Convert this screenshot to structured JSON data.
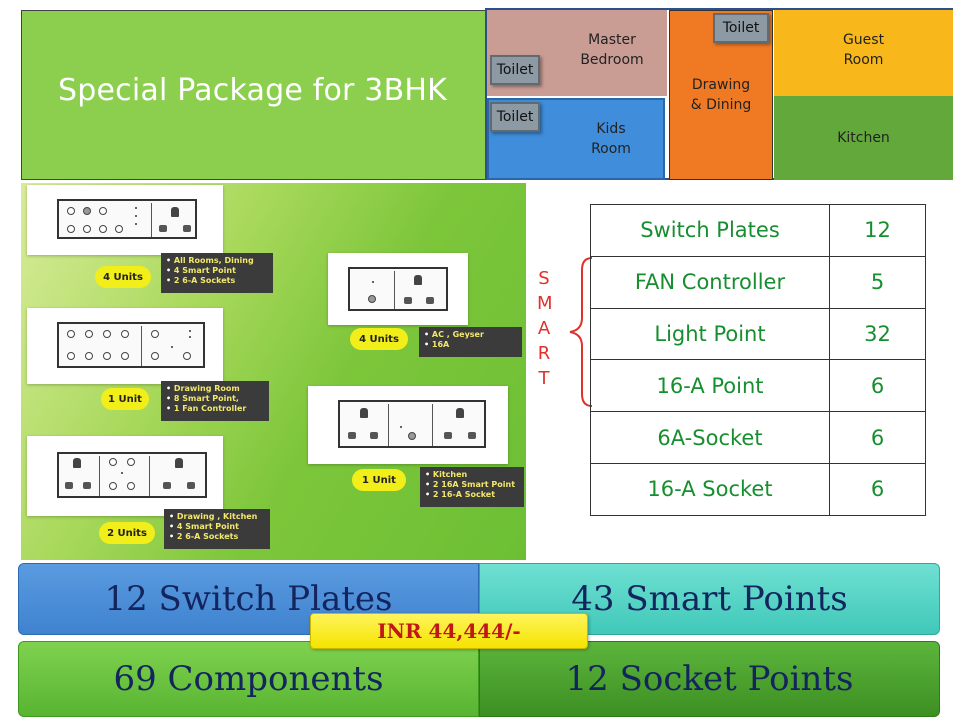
{
  "title": "Special Package for 3BHK",
  "floorplan": {
    "master_bedroom": "Master Bedroom",
    "kids_room": "Kids Room",
    "drawing_dining": "Drawing & Dining",
    "guest_room": "Guest Room",
    "kitchen": "Kitchen",
    "toilet": "Toilet"
  },
  "products": [
    {
      "units": "4 Units",
      "desc": [
        "All Rooms, Dining",
        "4 Smart Point",
        "2 6-A Sockets"
      ]
    },
    {
      "units": "1 Unit",
      "desc": [
        "Drawing Room",
        "8 Smart Point,",
        "1 Fan Controller"
      ]
    },
    {
      "units": "2 Units",
      "desc": [
        "Drawing , Kitchen",
        "4 Smart Point",
        "2 6-A Sockets"
      ]
    },
    {
      "units": "4 Units",
      "desc": [
        "AC , Geyser",
        "16A"
      ]
    },
    {
      "units": "1 Unit",
      "desc": [
        "Kitchen",
        "2 16A Smart Point",
        "2 16-A Socket"
      ]
    }
  ],
  "smart_label": [
    "S",
    "M",
    "A",
    "R",
    "T"
  ],
  "spec_table": [
    {
      "item": "Switch Plates",
      "qty": "12"
    },
    {
      "item": "FAN Controller",
      "qty": "5"
    },
    {
      "item": "Light Point",
      "qty": "32"
    },
    {
      "item": "16-A Point",
      "qty": "6"
    },
    {
      "item": "6A-Socket",
      "qty": "6"
    },
    {
      "item": "16-A Socket",
      "qty": "6"
    }
  ],
  "summary": {
    "switch_plates": "12 Switch Plates",
    "smart_points": "43 Smart Points",
    "components": "69 Components",
    "socket_points": "12 Socket Points",
    "price": "INR 44,444/-"
  },
  "colors": {
    "title_bg": "#8ccf4f",
    "smart_red": "#e0322a",
    "table_green": "#178e2f",
    "price_red": "#c01818",
    "price_bg": "#f5e300"
  }
}
